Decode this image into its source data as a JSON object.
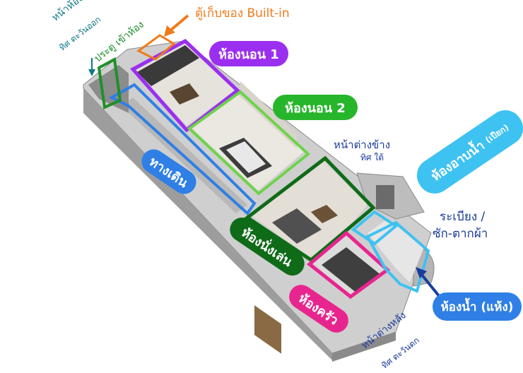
{
  "colors": {
    "purple": "#9b2ff0",
    "green": "#27b52c",
    "darkgreen": "#0f6b18",
    "blue": "#2f7fe6",
    "cyan": "#3ec2f2",
    "pink": "#e8258e",
    "orange": "#f07a1a",
    "navy": "#1a3c9c",
    "teal": "#0e7a86"
  },
  "rooms": {
    "bedroom1": "ห้องนอน 1",
    "bedroom2": "ห้องนอน 2",
    "walkway": "ทางเดิน",
    "living": "ห้องนั่งเล่น",
    "kitchen": "ห้องครัว",
    "wet_bath": "ห้องอาบน้ำ",
    "wet_bath_note": "(เปียก)",
    "dry_bath": "ห้องน้ำ (แห้ง)"
  },
  "notes": {
    "builtin": "ตู้เก็บของ Built-in",
    "front_room_line1": "หน้าห้อง",
    "front_room_line2": "ทิศ ตะวันออก",
    "door": "ประตู เข้าห้อง",
    "side_window_line1": "หน้าต่างข้าง",
    "side_window_line2": "ทิศ ใต้",
    "balcony_line1": "ระเบียง /",
    "balcony_line2": "ซัก-ตากผ้า",
    "back_window_line1": "หน้าต่างหลัง",
    "back_window_line2": "ทิศ ตะวันตก"
  }
}
